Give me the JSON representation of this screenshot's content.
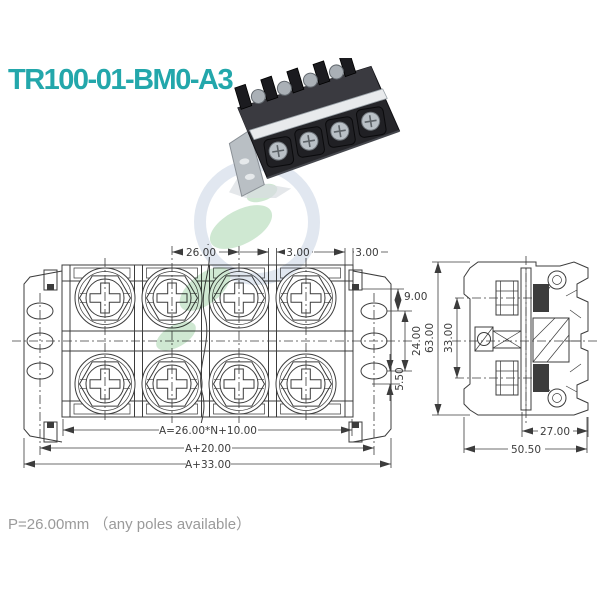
{
  "title": "TR100-01-BM0-A3",
  "front_view": {
    "dim_pitch": "26.00",
    "dim_wall": "3.00",
    "dim_end_wall": "3.00",
    "dim_slot_offset": "9.00",
    "dim_slot_span": "24.00",
    "dim_slot_edge": "5.50",
    "dim_length_formula": "A=26.00*N+10.00",
    "dim_length_mid": "A+20.00",
    "dim_length_total": "A+33.00"
  },
  "side_view": {
    "dim_height": "63.00",
    "dim_inner_height": "33.00",
    "dim_depth_inner": "27.00",
    "dim_depth_total": "50.50"
  },
  "footer_note": "P=26.00mm （any poles available）",
  "colors": {
    "title": "#23a7ab",
    "line": "#3c3c3c",
    "dim-text": "#3c3c3c",
    "footer": "#9a9a9a",
    "wm-ring": "#b7c6da",
    "wm-leaf": "#8cc794"
  }
}
